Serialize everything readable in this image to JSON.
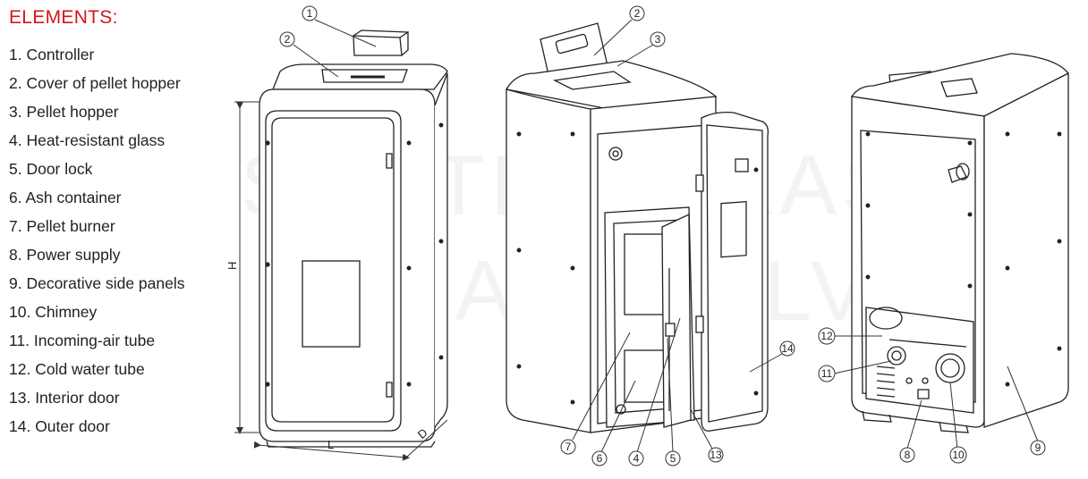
{
  "legend": {
    "title": "ELEMENTS:",
    "items": [
      "1. Controller",
      "2. Cover of pellet hopper",
      "3. Pellet hopper",
      "4. Heat-resistant glass",
      "5. Door lock",
      "6. Ash container",
      "7. Pellet burner",
      "8. Power supply",
      "9. Decorative side panels",
      "10. Chimney",
      "11. Incoming-air tube",
      "12. Cold water tube",
      "13. Interior door",
      "14. Outer door"
    ]
  },
  "dimensions": {
    "height": "H",
    "length": "L",
    "depth": "D"
  },
  "callouts": {
    "front": [
      "1",
      "2"
    ],
    "open": [
      "2",
      "3",
      "14",
      "7",
      "6",
      "4",
      "5",
      "13"
    ],
    "back": [
      "12",
      "11",
      "8",
      "10",
      "9"
    ]
  },
  "watermark": {
    "line1": "SANTEHNIKAS",
    "line2": "PARADIZE.LV"
  }
}
